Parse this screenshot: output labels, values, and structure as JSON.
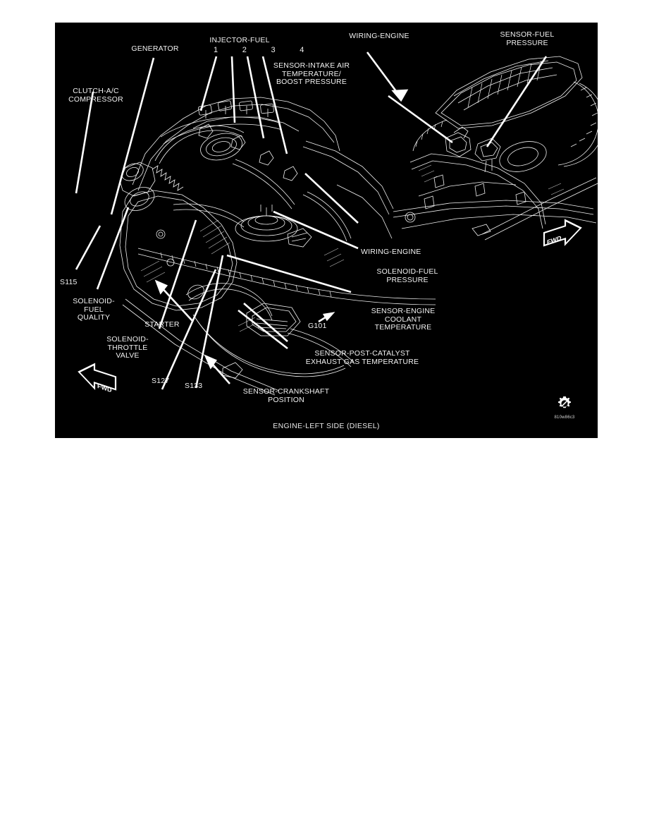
{
  "figure": {
    "caption": "ENGINE-LEFT SIDE (DIESEL)",
    "corner_id": "810w86c3",
    "corner_icon": "gear-slash-icon",
    "background_color": "#000000",
    "line_color": "#ffffff",
    "text_color": "#f2f2f2",
    "direction_markers": [
      {
        "name": "fwd-arrow-lower-left",
        "text": "FWD"
      },
      {
        "name": "fwd-arrow-inset-right",
        "text": "FWD"
      }
    ],
    "injector_numbers": "1  2  3  4",
    "labels": [
      {
        "id": "clutch-ac-compressor",
        "lines": "CLUTCH-A/C\nCOMPRESSOR"
      },
      {
        "id": "generator",
        "lines": "GENERATOR"
      },
      {
        "id": "injector-fuel",
        "lines": "INJECTOR-FUEL"
      },
      {
        "id": "wiring-engine-top",
        "lines": "WIRING-ENGINE"
      },
      {
        "id": "sensor-fuel-pressure",
        "lines": "SENSOR-FUEL\nPRESSURE"
      },
      {
        "id": "sensor-intake-air-temperature-boost-pressure",
        "lines": "SENSOR-INTAKE AIR\nTEMPERATURE/\nBOOST PRESSURE"
      },
      {
        "id": "wiring-engine-mid",
        "lines": "WIRING-ENGINE"
      },
      {
        "id": "solenoid-fuel-pressure",
        "lines": "SOLENOID-FUEL\nPRESSURE"
      },
      {
        "id": "sensor-engine-coolant-temperature",
        "lines": "SENSOR-ENGINE\nCOOLANT\nTEMPERATURE"
      },
      {
        "id": "sensor-post-catalyst-exhaust-gas-temperature",
        "lines": "SENSOR-POST-CATALYST\nEXHAUST GAS TEMPERATURE"
      },
      {
        "id": "sensor-crankshaft-position",
        "lines": "SENSOR-CRANKSHAFT\nPOSITION"
      },
      {
        "id": "ground-g101",
        "lines": "G101"
      },
      {
        "id": "splice-s115",
        "lines": "S115"
      },
      {
        "id": "splice-s127",
        "lines": "S127"
      },
      {
        "id": "splice-s133",
        "lines": "S133"
      },
      {
        "id": "solenoid-fuel-quality",
        "lines": "SOLENOID-\nFUEL\nQUALITY"
      },
      {
        "id": "solenoid-throttle-valve",
        "lines": "SOLENOID-\nTHROTTLE\nVALVE"
      },
      {
        "id": "starter",
        "lines": "STARTER"
      }
    ]
  }
}
